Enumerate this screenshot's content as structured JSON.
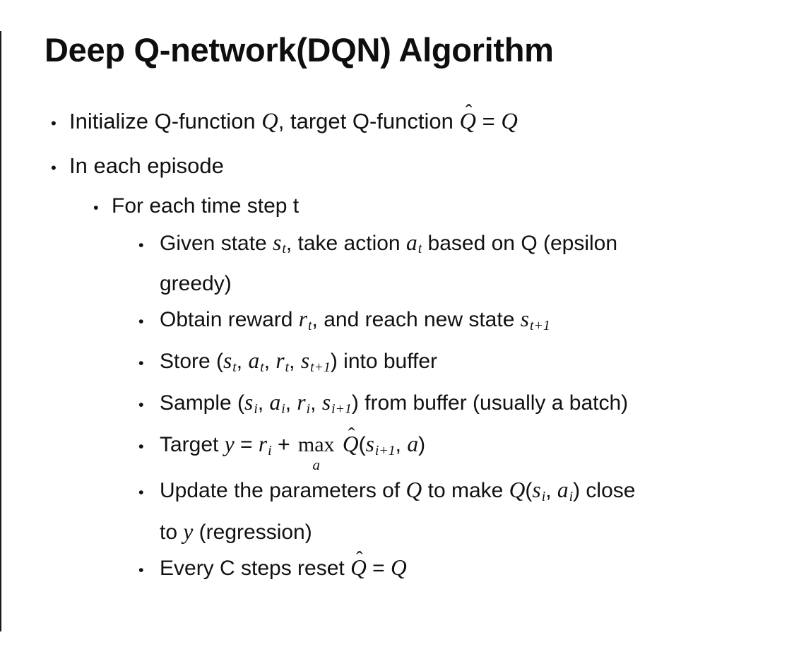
{
  "slide": {
    "title": "Deep Q-network(DQN) Algorithm",
    "bullet_char": "•",
    "hat_char": "ˆ",
    "colors": {
      "background": "#ffffff",
      "text": "#111111",
      "edge_line": "#1a1a1a"
    },
    "items": [
      {
        "level": 1,
        "runs": [
          {
            "text": "Initialize Q-function "
          },
          {
            "math": "Q"
          },
          {
            "text": ", target Q-function "
          },
          {
            "math": "Q",
            "hat": true
          },
          {
            "text": " = "
          },
          {
            "math": "Q"
          }
        ]
      },
      {
        "level": 1,
        "runs": [
          {
            "text": "In each episode"
          }
        ]
      },
      {
        "level": 2,
        "runs": [
          {
            "text": "For each time step t"
          }
        ]
      },
      {
        "level": 3,
        "runs": [
          {
            "text": "Given state "
          },
          {
            "math": "s",
            "sub": "t"
          },
          {
            "text": ", take action "
          },
          {
            "math": "a",
            "sub": "t"
          },
          {
            "text": " based on Q (epsilon"
          },
          {
            "br": true
          },
          {
            "text": "greedy)"
          }
        ]
      },
      {
        "level": 3,
        "runs": [
          {
            "text": "Obtain reward "
          },
          {
            "math": "r",
            "sub": "t"
          },
          {
            "text": ", and reach new state "
          },
          {
            "math": "s",
            "sub": "t+1"
          }
        ]
      },
      {
        "level": 3,
        "runs": [
          {
            "text": "Store ("
          },
          {
            "math": "s",
            "sub": "t"
          },
          {
            "text": ", "
          },
          {
            "math": "a",
            "sub": "t"
          },
          {
            "text": ", "
          },
          {
            "math": "r",
            "sub": "t"
          },
          {
            "text": ", "
          },
          {
            "math": "s",
            "sub": "t+1"
          },
          {
            "text": ") into buffer"
          }
        ]
      },
      {
        "level": 3,
        "runs": [
          {
            "text": "Sample ("
          },
          {
            "math": "s",
            "sub": "i"
          },
          {
            "text": ", "
          },
          {
            "math": "a",
            "sub": "i"
          },
          {
            "text": ", "
          },
          {
            "math": "r",
            "sub": "i"
          },
          {
            "text": ", "
          },
          {
            "math": "s",
            "sub": "i+1"
          },
          {
            "text": ") from buffer (usually a batch)"
          }
        ]
      },
      {
        "level": 3,
        "runs": [
          {
            "text": "Target "
          },
          {
            "math": "y"
          },
          {
            "text": " = "
          },
          {
            "math": "r",
            "sub": "i"
          },
          {
            "text": " + "
          },
          {
            "limop": "max",
            "under": "a"
          },
          {
            "text": " "
          },
          {
            "math": "Q",
            "hat": true
          },
          {
            "text": "("
          },
          {
            "math": "s",
            "sub": "i+1"
          },
          {
            "text": ", "
          },
          {
            "math": "a"
          },
          {
            "text": ")"
          }
        ]
      },
      {
        "level": 3,
        "runs": [
          {
            "text": "Update the parameters of "
          },
          {
            "math": "Q"
          },
          {
            "text": " to make "
          },
          {
            "math": "Q"
          },
          {
            "text": "("
          },
          {
            "math": "s",
            "sub": "i"
          },
          {
            "text": ", "
          },
          {
            "math": "a",
            "sub": "i"
          },
          {
            "text": ") close"
          },
          {
            "br": true
          },
          {
            "text": "to "
          },
          {
            "math": "y"
          },
          {
            "text": " (regression)"
          }
        ]
      },
      {
        "level": 3,
        "runs": [
          {
            "text": "Every C steps reset "
          },
          {
            "math": "Q",
            "hat": true
          },
          {
            "text": " = "
          },
          {
            "math": "Q"
          }
        ]
      }
    ]
  }
}
